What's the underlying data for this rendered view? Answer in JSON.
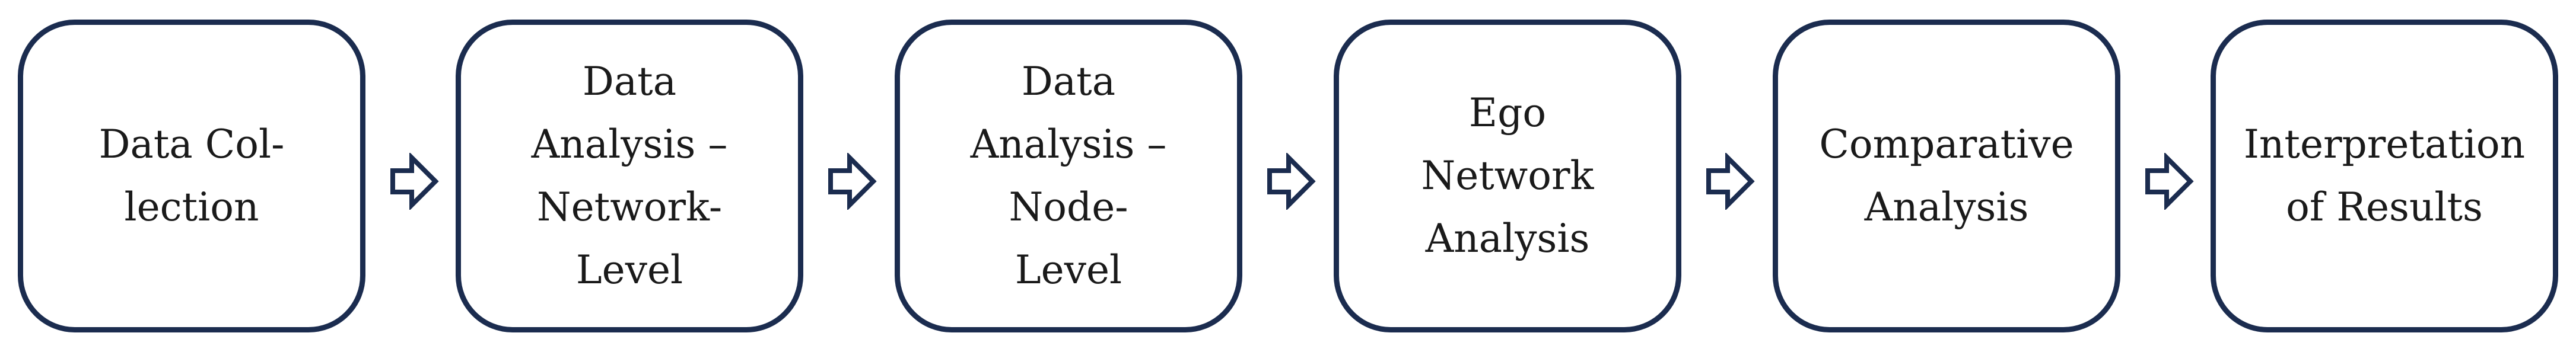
{
  "diagram": {
    "steps": [
      {
        "label": "Data Col-\nlection"
      },
      {
        "label": "Data\nAnalysis –\nNetwork-\nLevel"
      },
      {
        "label": "Data\nAnalysis –\nNode-\nLevel"
      },
      {
        "label": "Ego\nNetwork\nAnalysis"
      },
      {
        "label": "Comparative\nAnalysis"
      },
      {
        "label": "Interpretation\nof Results"
      }
    ],
    "connector_icon": "right-arrow-outline-icon",
    "colors": {
      "border": "#1b2c4f",
      "text": "#1a1a1a",
      "background": "#ffffff"
    }
  }
}
